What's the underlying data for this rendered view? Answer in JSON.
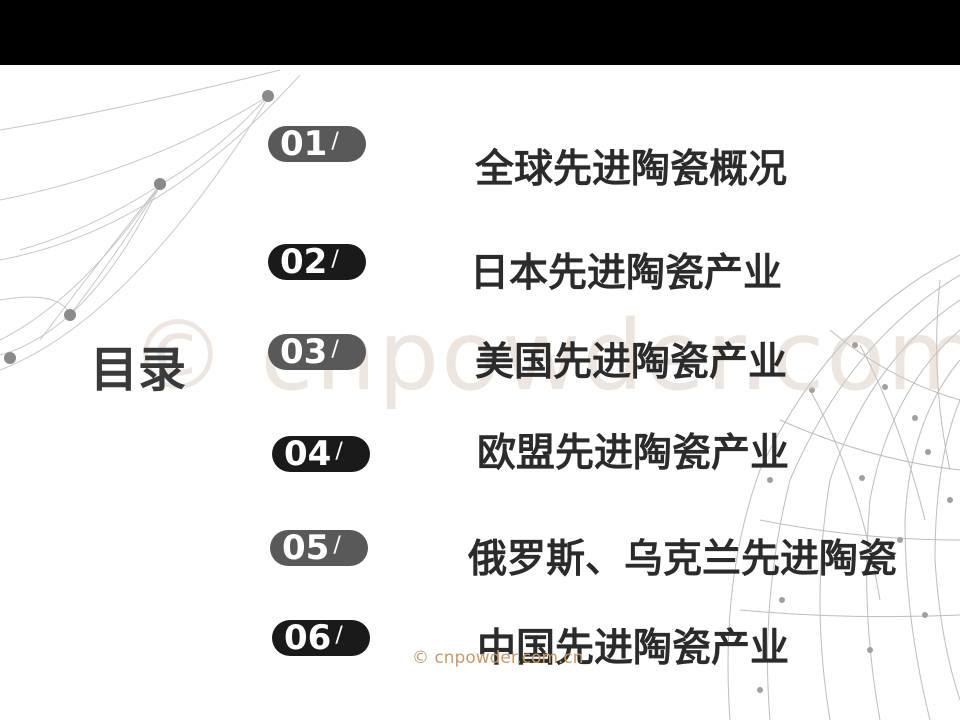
{
  "toc": {
    "heading": "目录",
    "items": [
      {
        "number": "01",
        "slash": "/",
        "title": "全球先进陶瓷概况"
      },
      {
        "number": "02",
        "slash": "/",
        "title": "日本先进陶瓷产业"
      },
      {
        "number": "03",
        "slash": "/",
        "title": "美国先进陶瓷产业"
      },
      {
        "number": "04",
        "slash": "/",
        "title": "欧盟先进陶瓷产业"
      },
      {
        "number": "05",
        "slash": "/",
        "title": "俄罗斯、乌克兰先进陶瓷"
      },
      {
        "number": "06",
        "slash": "/",
        "title": "中国先进陶瓷产业"
      }
    ]
  },
  "watermark": {
    "large": "© cnpowder.com.cn",
    "small": "© cnpowder.com.cn"
  },
  "colors": {
    "top_bar": "#000000",
    "pill_light": "#595959",
    "pill_dark": "#1a1a1a",
    "title_text": "#2b2b2b"
  }
}
